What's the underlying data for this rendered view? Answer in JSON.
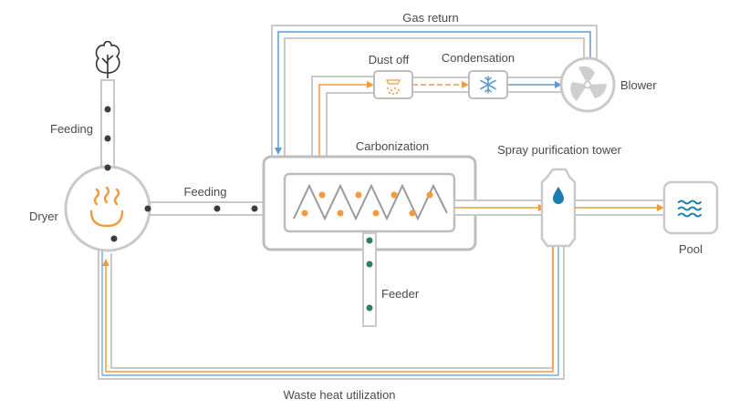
{
  "labels": {
    "gas_return": "Gas return",
    "dust_off": "Dust off",
    "condensation": "Condensation",
    "blower": "Blower",
    "feeding_vertical": "Feeding",
    "carbonization": "Carbonization",
    "spray_tower": "Spray purification tower",
    "feeding_horizontal": "Feeding",
    "dryer": "Dryer",
    "pool": "Pool",
    "feeder": "Feeder",
    "waste_heat": "Waste heat utilization"
  },
  "colors": {
    "orange": "#f39a3d",
    "blue": "#5b9bd5",
    "dark_dot": "#3d3d3d",
    "green_dot": "#2e7d5b",
    "water": "#1a7fb0",
    "pipe_stroke": "#c9c9c9",
    "box_stroke": "#bdbdbd",
    "text": "#4a4a4a"
  },
  "icons": {
    "tree": "tree-icon",
    "steam": "steam-icon",
    "dust": "dust-icon",
    "snowflake": "snowflake-icon",
    "fan": "fan-icon",
    "droplet": "droplet-icon",
    "waves": "waves-icon"
  }
}
